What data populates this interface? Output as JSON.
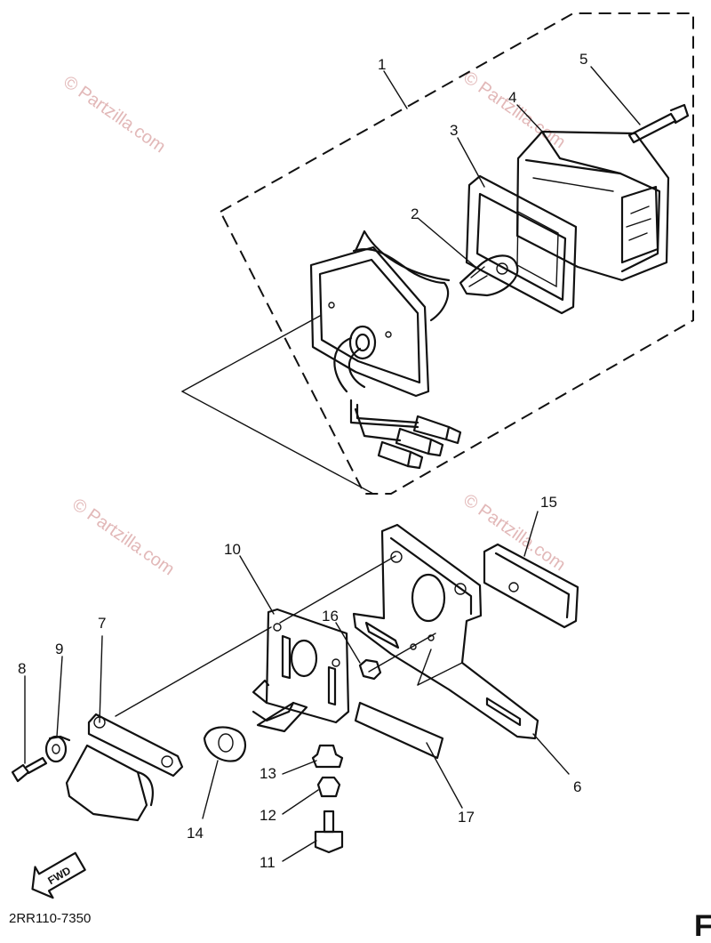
{
  "watermark": "© Partzilla.com",
  "diagram_code": "2RR110-7350",
  "fwd_label": "FWD",
  "corner_mark": "F",
  "labels": [
    "1",
    "2",
    "3",
    "4",
    "5",
    "6",
    "7",
    "8",
    "9",
    "10",
    "11",
    "12",
    "13",
    "14",
    "15",
    "16",
    "17"
  ]
}
